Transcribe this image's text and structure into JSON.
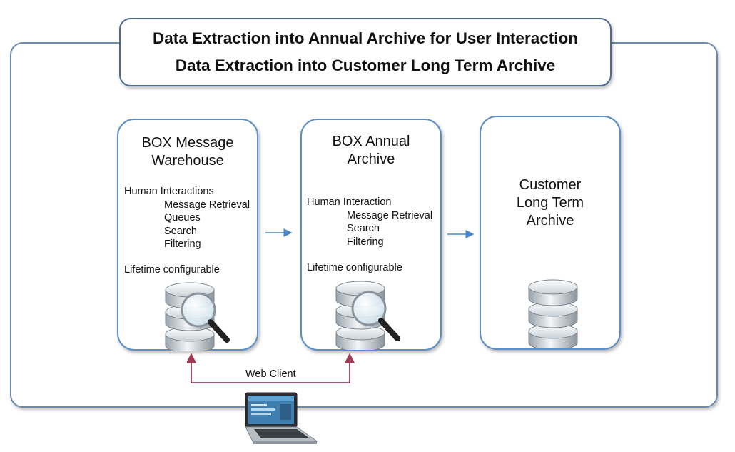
{
  "title": {
    "line1": "Data Extraction into Annual Archive for User Interaction",
    "line2": "Data Extraction into Customer Long Term Archive"
  },
  "panels": [
    {
      "title_line1": "BOX Message",
      "title_line2": "Warehouse",
      "features_heading": "Human Interactions",
      "features": [
        "Message Retrieval",
        "Queues",
        "Search",
        "Filtering"
      ],
      "lifetime": "Lifetime configurable",
      "icon": "database-search-icon"
    },
    {
      "title_line1": "BOX Annual",
      "title_line2": "Archive",
      "features_heading": "Human Interaction",
      "features": [
        "Message Retrieval",
        "Search",
        "Filtering"
      ],
      "lifetime": "Lifetime configurable",
      "icon": "database-search-icon"
    },
    {
      "title_line1": "Customer",
      "title_line2": "Long Term",
      "title_line3": "Archive",
      "icon": "database-icon"
    }
  ],
  "web_client": {
    "label": "Web Client",
    "icon": "laptop-icon"
  },
  "colors": {
    "panel_border": "#5b8fc8",
    "flow_arrow": "#4a86c5",
    "web_client_arrow": "#a33a55"
  }
}
